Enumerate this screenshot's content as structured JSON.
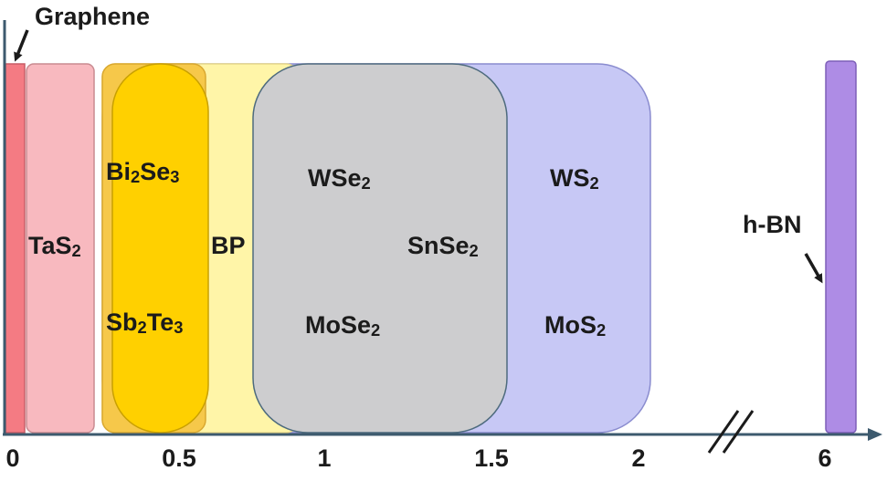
{
  "diagram": {
    "axis_ticks": [
      "0",
      "0.5",
      "1",
      "1.5",
      "2",
      "6"
    ],
    "materials": {
      "graphene": {
        "base": "Graphene",
        "sub": "",
        "rest": ""
      },
      "tas2": {
        "base": "TaS",
        "sub": "2",
        "rest": ""
      },
      "bi2se3": {
        "base": "Bi",
        "sub": "2",
        "rest": "Se",
        "sub2": "3"
      },
      "sb2te3": {
        "base": "Sb",
        "sub": "2",
        "rest": "Te",
        "sub2": "3"
      },
      "bp": {
        "base": "BP",
        "sub": "",
        "rest": ""
      },
      "wse2": {
        "base": "WSe",
        "sub": "2",
        "rest": ""
      },
      "snse2": {
        "base": "SnSe",
        "sub": "2",
        "rest": ""
      },
      "mose2": {
        "base": "MoSe",
        "sub": "2",
        "rest": ""
      },
      "ws2": {
        "base": "WS",
        "sub": "2",
        "rest": ""
      },
      "mos2": {
        "base": "MoS",
        "sub": "2",
        "rest": ""
      },
      "hbn": {
        "base": "h-BN",
        "sub": "",
        "rest": ""
      }
    },
    "colors": {
      "graphene": "#f47b83",
      "tas2": "#f8b9bf",
      "yellow_region": "#fff5a8",
      "gold_bi": "#f6c84a",
      "gold_sb": "#ffd000",
      "purple_region": "#c7c8f5",
      "gray_region": "#cdcdcf",
      "hbn": "#ae8ce5",
      "axis": "#3d5a6e"
    }
  }
}
